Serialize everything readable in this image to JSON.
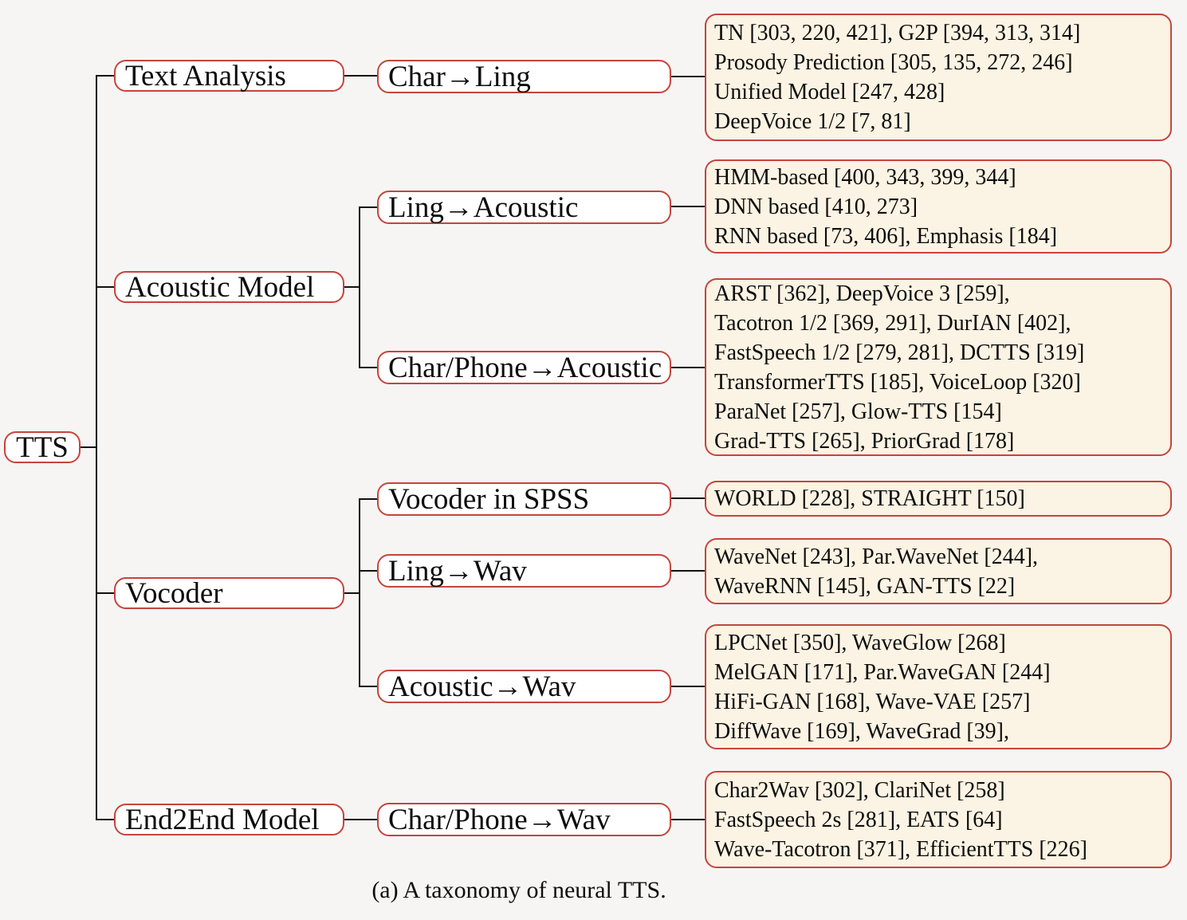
{
  "caption": "(a) A taxonomy of neural TTS.",
  "colors": {
    "border_red": "#c5443c",
    "leaf_fill": "#fbf3e3",
    "node_fill": "#ffffff",
    "background": "#f6f5f4",
    "connector": "#111111"
  },
  "tree": {
    "root": {
      "label": "TTS"
    },
    "branches": [
      {
        "label": "Text Analysis",
        "children": [
          {
            "label": "Char→Ling",
            "leaf_lines": [
              "TN [303, 220, 421], G2P [394, 313, 314]",
              "Prosody Prediction [305, 135, 272, 246]",
              "Unified Model [247, 428]",
              "DeepVoice 1/2 [7, 81]"
            ]
          }
        ]
      },
      {
        "label": "Acoustic Model",
        "children": [
          {
            "label": "Ling→Acoustic",
            "leaf_lines": [
              "HMM-based [400, 343, 399, 344]",
              "DNN based [410, 273]",
              "RNN based [73, 406], Emphasis [184]"
            ]
          },
          {
            "label": "Char/Phone→Acoustic",
            "leaf_lines": [
              "ARST [362], DeepVoice 3 [259],",
              "Tacotron 1/2 [369, 291], DurIAN [402],",
              "FastSpeech 1/2 [279, 281], DCTTS [319]",
              "TransformerTTS [185], VoiceLoop [320]",
              "ParaNet [257], Glow-TTS [154]",
              "Grad-TTS [265], PriorGrad [178]"
            ]
          }
        ]
      },
      {
        "label": "Vocoder",
        "children": [
          {
            "label": "Vocoder in SPSS",
            "leaf_lines": [
              "WORLD [228], STRAIGHT [150]"
            ]
          },
          {
            "label": "Ling→Wav",
            "leaf_lines": [
              "WaveNet [243], Par.WaveNet [244],",
              "WaveRNN [145], GAN-TTS [22]"
            ]
          },
          {
            "label": "Acoustic→Wav",
            "leaf_lines": [
              "LPCNet [350], WaveGlow [268]",
              "MelGAN [171], Par.WaveGAN [244]",
              "HiFi-GAN [168], Wave-VAE [257]",
              "DiffWave [169], WaveGrad [39],"
            ]
          }
        ]
      },
      {
        "label": "End2End Model",
        "children": [
          {
            "label": "Char/Phone→Wav",
            "leaf_lines": [
              "Char2Wav [302], ClariNet [258]",
              "FastSpeech 2s [281], EATS [64]",
              "Wave-Tacotron [371], EfficientTTS [226]"
            ]
          }
        ]
      }
    ]
  }
}
